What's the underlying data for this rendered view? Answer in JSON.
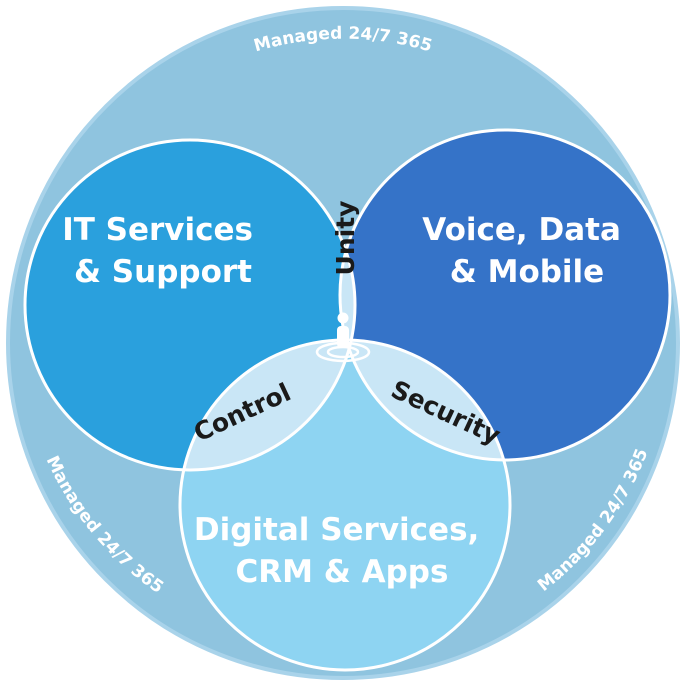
{
  "ring": {
    "label_top": "Managed 24/7 365",
    "label_left": "Managed 24/7 365",
    "label_right": "Managed 24/7 365"
  },
  "circles": {
    "it": {
      "line1": "IT Services",
      "line2": "& Support"
    },
    "voice": {
      "line1": "Voice, Data",
      "line2": "& Mobile"
    },
    "digital": {
      "line1": "Digital Services,",
      "line2": "CRM & Apps"
    }
  },
  "overlaps": {
    "top": "Unity",
    "left": "Control",
    "right": "Security"
  },
  "center": {
    "icon": "person-target-icon"
  },
  "colors": {
    "ring": "#8fc4df",
    "ring_edge": "#a9d3ea",
    "it": "#2aa0dd",
    "voice": "#3573c8",
    "digital": "#8ed4f2",
    "overlap": "#c9e6f6",
    "center": "#2b9ad8",
    "border": "#ffffff"
  }
}
